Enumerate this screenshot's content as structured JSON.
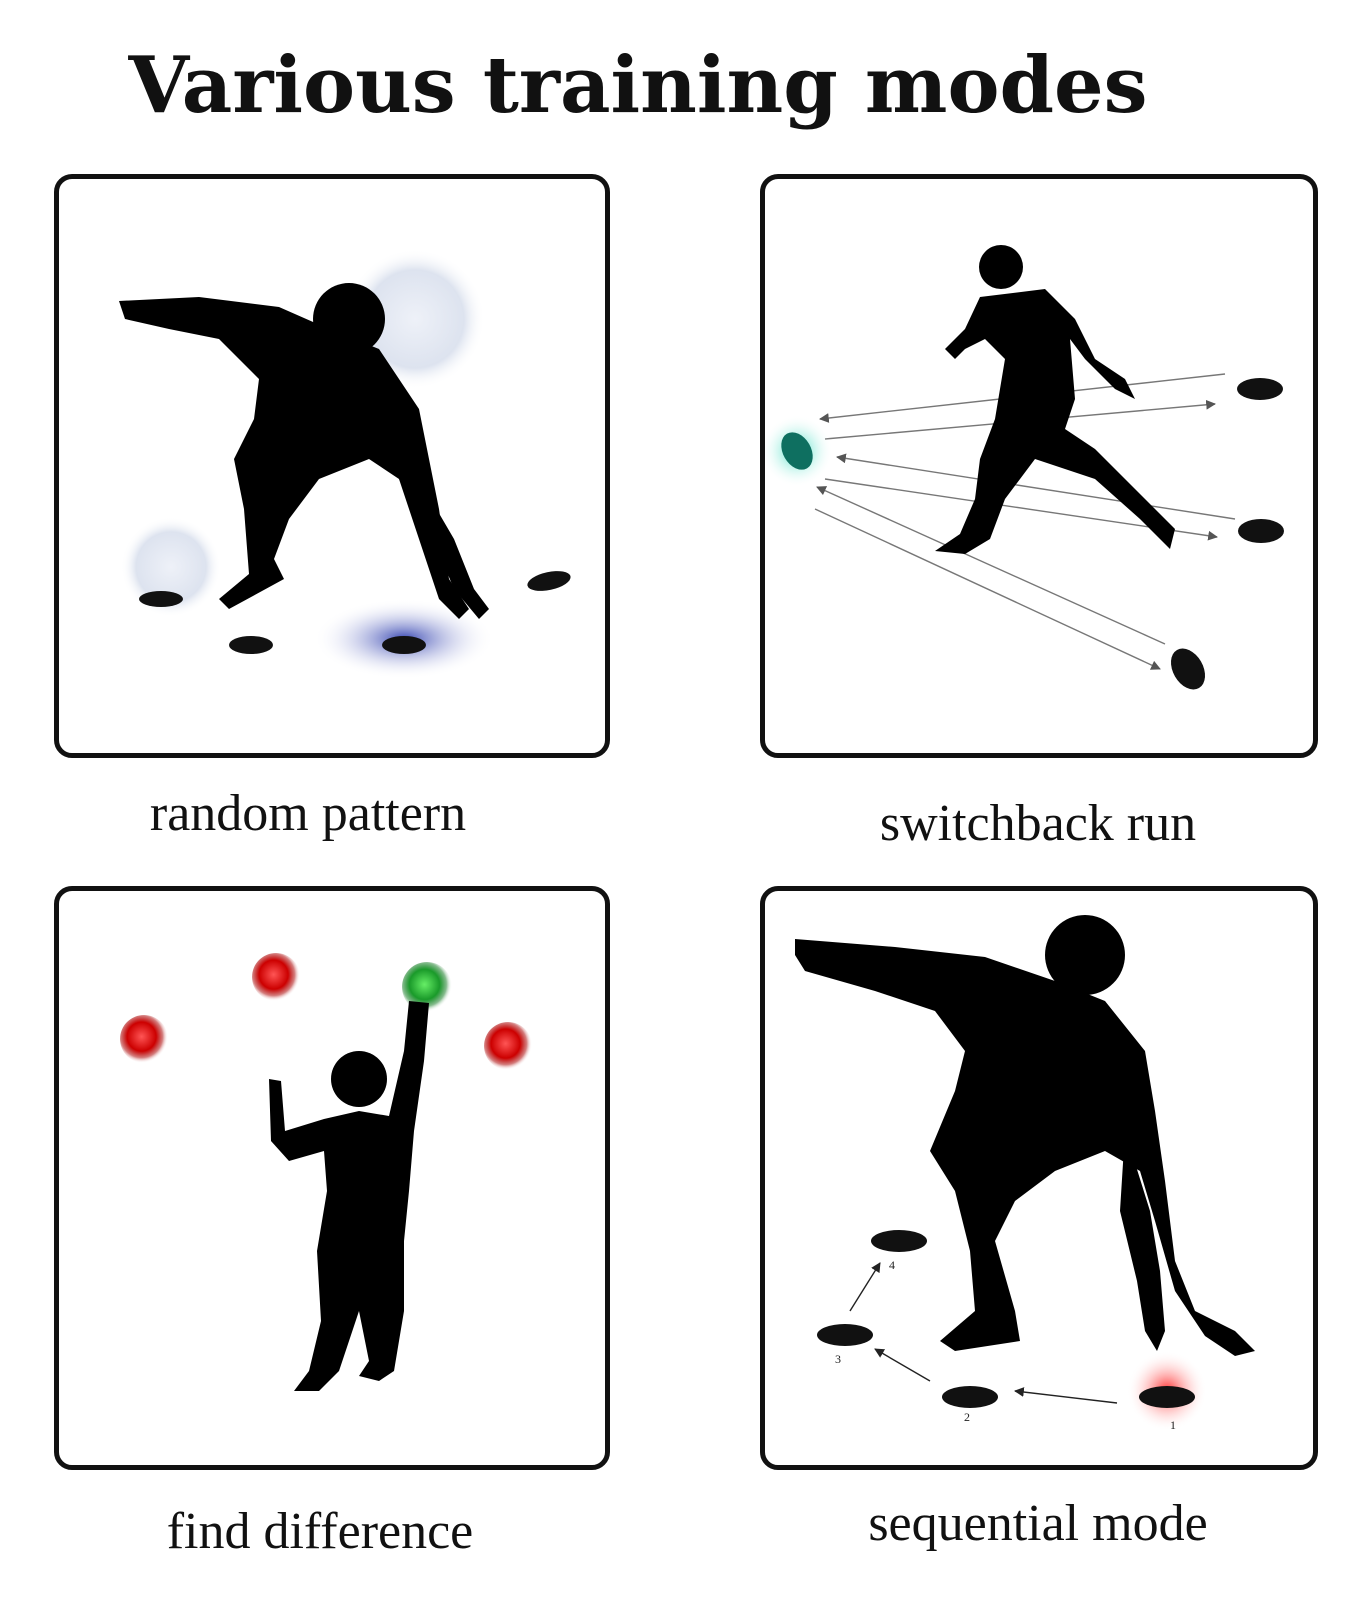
{
  "title": "Various training modes",
  "modes": [
    {
      "caption": "random pattern",
      "light_color": "#2233aa",
      "icon": "reacher-silhouette"
    },
    {
      "caption": "switchback run",
      "light_color": "#22c0a0",
      "icon": "runner-silhouette"
    },
    {
      "caption": "find difference",
      "light_colors": [
        "#dd1111",
        "#22aa33"
      ],
      "icon": "child-silhouette"
    },
    {
      "caption": "sequential mode",
      "light_color": "#dd1111",
      "icon": "reacher-silhouette",
      "sequence_labels": [
        "1",
        "2",
        "3",
        "4"
      ]
    }
  ]
}
